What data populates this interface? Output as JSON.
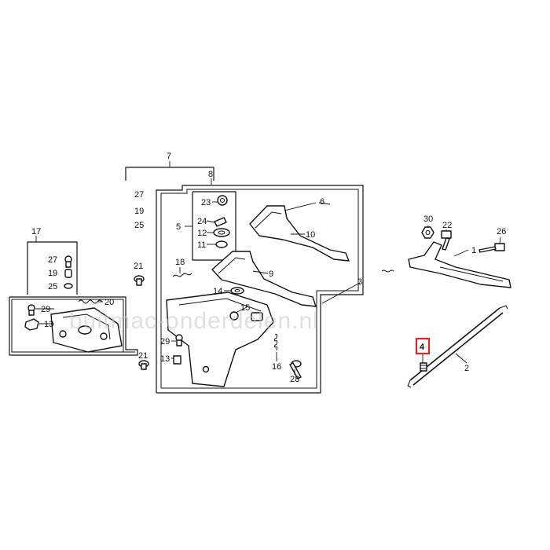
{
  "watermark": "buitmac-onderdelen.nl",
  "highlight_color": "#d9252b",
  "line_color": "#111111",
  "callouts": {
    "c1": "1",
    "c2": "2",
    "c3": "3",
    "c4": "4",
    "c5": "5",
    "c6": "6",
    "c7": "7",
    "c8": "8",
    "c9": "9",
    "c10": "10",
    "c11": "11",
    "c12": "12",
    "c13a": "13",
    "c13b": "13",
    "c14": "14",
    "c15": "15",
    "c16": "16",
    "c17": "17",
    "c18": "18",
    "c19a": "19",
    "c19b": "19",
    "c20": "20",
    "c21a": "21",
    "c21b": "21",
    "c22": "22",
    "c23": "23",
    "c24": "24",
    "c25a": "25",
    "c25b": "25",
    "c26": "26",
    "c27a": "27",
    "c27b": "27",
    "c28": "28",
    "c29a": "29",
    "c29b": "29",
    "c30": "30"
  },
  "highlighted_part": "4"
}
